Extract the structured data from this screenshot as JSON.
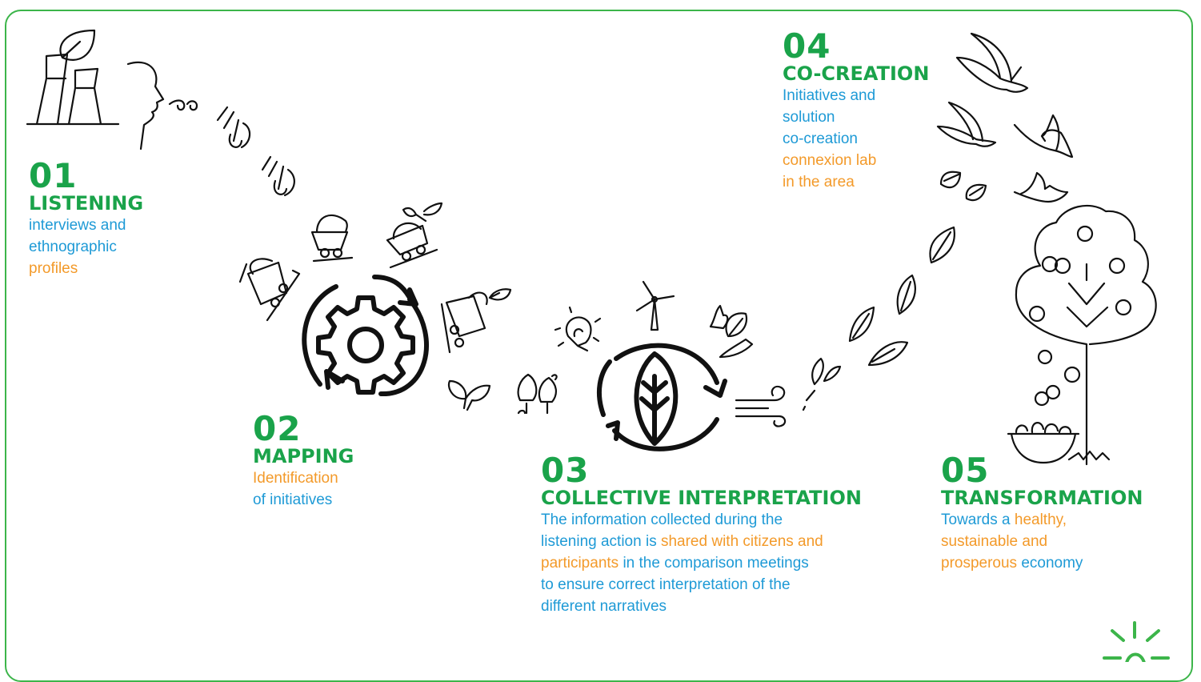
{
  "colors": {
    "frame": "#3cb54a",
    "heading": "#1aa34a",
    "blue_text": "#1e9ad6",
    "orange_text": "#f39a2a",
    "ink": "#111111"
  },
  "steps": {
    "s01": {
      "number": "01",
      "title": "LISTENING",
      "desc": [
        "interviews and",
        "ethnographic",
        "profiles"
      ]
    },
    "s02": {
      "number": "02",
      "title": "MAPPING",
      "desc": [
        "Identification",
        "of initiatives"
      ]
    },
    "s03": {
      "number": "03",
      "title": "COLLECTIVE INTERPRETATION",
      "desc": [
        "The information collected during the",
        "listening action is ",
        "shared with citizens and",
        "participants",
        " in the comparison meetings",
        "to ensure correct interpretation of the",
        "different narratives"
      ]
    },
    "s04": {
      "number": "04",
      "title": "CO-CREATION",
      "desc": [
        "Initiatives and",
        "solution",
        "co-creation",
        "connexion lab",
        "in the area"
      ]
    },
    "s05": {
      "number": "05",
      "title": "TRANSFORMATION",
      "desc": [
        "Towards a ",
        "healthy,",
        "sustainable and",
        "prosperous",
        " economy"
      ]
    }
  },
  "icons": [
    "factory-icon",
    "leaf-icon",
    "face-breath-icon",
    "wind-icon",
    "mine-cart-icon",
    "gear-cycle-icon",
    "sprout-icon",
    "lightbulb-icon",
    "wind-turbine-icon",
    "hands-leaf-icon",
    "leaf-cycle-icon",
    "bird-icon",
    "apple-tree-icon",
    "fruit-bowl-icon",
    "logo-icon"
  ]
}
